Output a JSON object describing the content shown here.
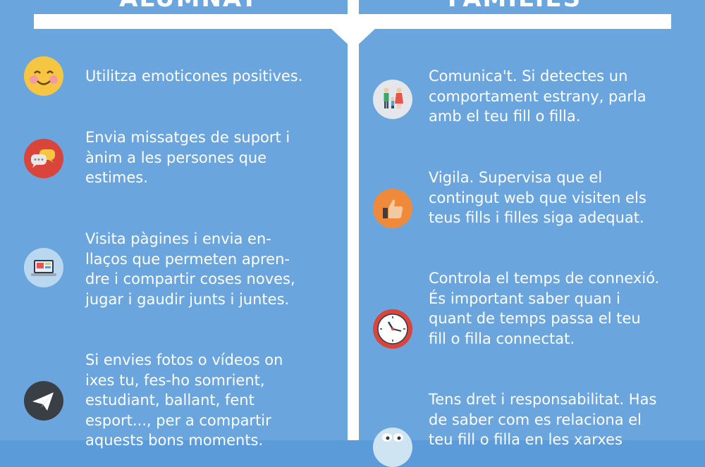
{
  "headings": {
    "left": "ALUMNAT",
    "right": "FAMÍLIES"
  },
  "alumnat": [
    {
      "icon": "smiley-icon",
      "text": "Utilitza emoticones positives."
    },
    {
      "icon": "chat-bubbles-icon",
      "text": "Envia missatges de suport i\nànim a les persones que\nestimes."
    },
    {
      "icon": "laptop-icon",
      "text": "Visita pàgines i envia en-\nllaços que permeten apren-\ndre i compartir coses noves,\njugar i gaudir junts i juntes."
    },
    {
      "icon": "paper-plane-icon",
      "text": "Si envies fotos o vídeos on\nixes tu, fes-ho somrient,\nestudiant, ballant, fent\nesport..., per a compartir\naquests bons moments."
    }
  ],
  "families": [
    {
      "icon": "family-icon",
      "text": "Comunica't. Si detectes un\ncomportament estrany, parla\namb el teu fill o filla."
    },
    {
      "icon": "thumbs-up-icon",
      "text": "Vigila. Supervisa que el\ncontingut web que visiten els\nteus fills i filles siga adequat."
    },
    {
      "icon": "clock-icon",
      "text": "Controla el temps de connexió.\nÉs important saber quan i\nquant de temps passa el teu\nfill o filla connectat."
    },
    {
      "icon": "eyes-icon",
      "text": "Tens dret i responsabilitat. Has\nde saber com es relaciona el\nteu fill o filla en les xarxes"
    }
  ]
}
